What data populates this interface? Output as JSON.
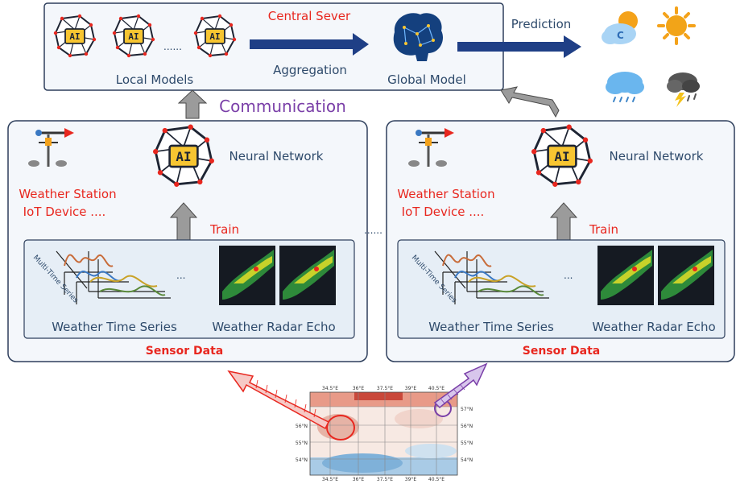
{
  "top": {
    "central_server": "Central Sever",
    "aggregation": "Aggregation",
    "local_models": "Local Models",
    "global_model": "Global Model",
    "ellipsis": "......",
    "prediction": "Prediction",
    "communication": "Communication",
    "ai_text": "AI"
  },
  "client": {
    "neural_network": "Neural Network",
    "weather_station": "Weather Station",
    "iot_device": "IoT Device ....",
    "train": "Train",
    "multi_time_series": "Multi-Time Series",
    "dots": "...",
    "weather_time_series": "Weather Time Series",
    "weather_radar_echo": "Weather Radar Echo",
    "sensor_data": "Sensor Data"
  },
  "between_clients": "......",
  "map": {
    "lon_labels": [
      "34.5°E",
      "36°E",
      "37.5°E",
      "39°E",
      "40.5°E"
    ],
    "lat_labels_left": [
      "56°N",
      "55°N",
      "54°N"
    ],
    "lat_labels_right": [
      "57°N",
      "56°N",
      "55°N",
      "54°N"
    ]
  },
  "colors": {
    "box_stroke": "#2e3f5c",
    "box_fill": "#f4f7fb",
    "inner_fill": "#e6eef6",
    "red": "#e8271f",
    "purple": "#7a3fa8",
    "navy_arrow": "#1f3f86",
    "gray_arrow": "#9b9b9b"
  }
}
